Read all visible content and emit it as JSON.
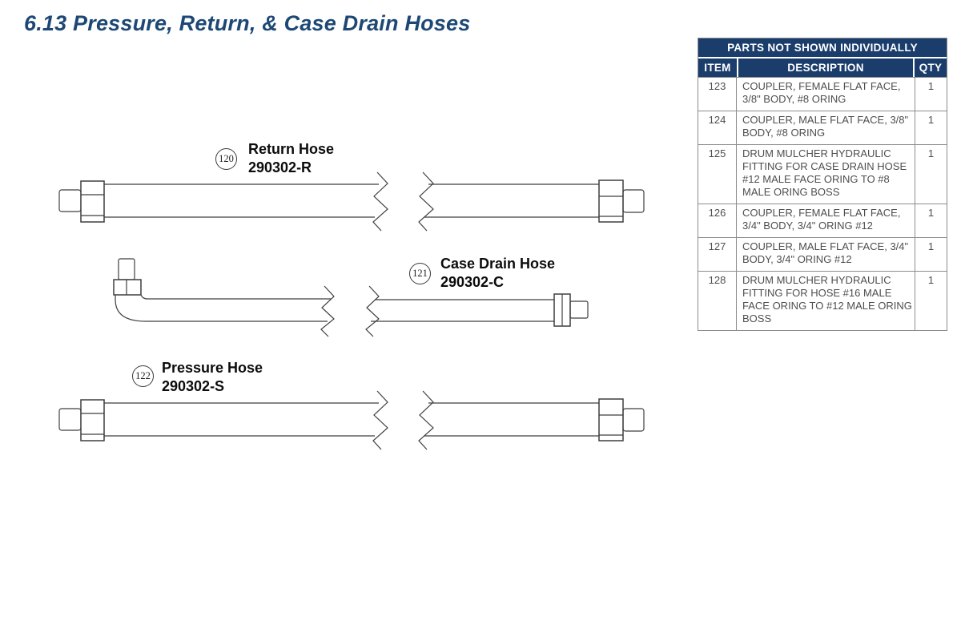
{
  "page": {
    "title": "6.13 Pressure, Return, & Case Drain Hoses"
  },
  "diagram": {
    "hoses": [
      {
        "callout": "120",
        "name": "Return Hose",
        "part_number": "290302-R"
      },
      {
        "callout": "121",
        "name": "Case Drain Hose",
        "part_number": "290302-C"
      },
      {
        "callout": "122",
        "name": "Pressure Hose",
        "part_number": "290302-S"
      }
    ]
  },
  "table": {
    "title": "PARTS NOT SHOWN INDIVIDUALLY",
    "columns": [
      "ITEM",
      "DESCRIPTION",
      "QTY"
    ],
    "rows": [
      {
        "item": "123",
        "description": "COUPLER, FEMALE FLAT FACE, 3/8\" BODY, #8 ORING",
        "qty": "1"
      },
      {
        "item": "124",
        "description": "COUPLER, MALE FLAT FACE, 3/8\" BODY, #8 ORING",
        "qty": "1"
      },
      {
        "item": "125",
        "description": "DRUM MULCHER HYDRAULIC FITTING FOR CASE DRAIN HOSE #12 MALE FACE ORING TO #8 MALE ORING BOSS",
        "qty": "1"
      },
      {
        "item": "126",
        "description": "COUPLER, FEMALE FLAT FACE, 3/4\" BODY, 3/4\" ORING #12",
        "qty": "1"
      },
      {
        "item": "127",
        "description": "COUPLER, MALE FLAT FACE, 3/4\" BODY, 3/4\" ORING #12",
        "qty": "1"
      },
      {
        "item": "128",
        "description": "DRUM MULCHER HYDRAULIC FITTING FOR HOSE #16 MALE FACE ORING TO #12 MALE ORING BOSS",
        "qty": "1"
      }
    ]
  },
  "colors": {
    "heading": "#1d4875",
    "table_header_bg": "#1b3d6c",
    "table_border": "#8c8c8c",
    "line_art": "#3f3f3f"
  }
}
